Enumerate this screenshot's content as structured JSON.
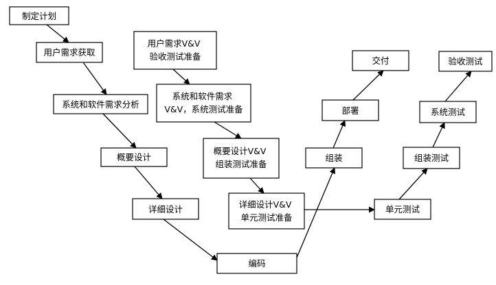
{
  "diagram": {
    "nodes": {
      "plan": [
        "制定计划"
      ],
      "user_req": [
        "用户需求获取"
      ],
      "sys_sw_analysis": [
        "系统和软件需求分析"
      ],
      "prelim_design": [
        "概要设计"
      ],
      "detail_design": [
        "详细设计"
      ],
      "coding": [
        "编码"
      ],
      "user_req_vv": [
        "用户需求V&V",
        "验收测试准备"
      ],
      "sys_sw_req_vv": [
        "系统和软件需求",
        "V&V，系统测试准备"
      ],
      "prelim_vv": [
        "概要设计V&V",
        "组装测试准备"
      ],
      "detail_vv": [
        "详细设计V&V",
        "单元测试准备"
      ],
      "assembly": [
        "组装"
      ],
      "deploy": [
        "部署"
      ],
      "delivery": [
        "交付"
      ],
      "unit_test": [
        "单元测试"
      ],
      "integration_test": [
        "组装测试"
      ],
      "system_test": [
        "系统测试"
      ],
      "acceptance_test": [
        "验收测试"
      ]
    }
  }
}
